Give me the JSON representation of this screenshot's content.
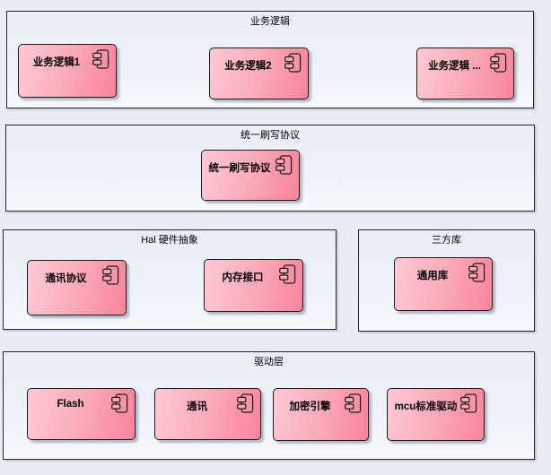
{
  "diagram": {
    "type": "uml-component-diagram",
    "colors": {
      "page_background": "#e8ecf5",
      "frame_fill_top": "#e9edf6",
      "frame_fill_bottom": "#f6f8fc",
      "component_fill_light": "#fdc9d4",
      "component_fill_dark": "#f9849b",
      "outline": "#1c1c1c"
    },
    "frames": [
      {
        "title": "业务逻辑",
        "components": [
          {
            "label": "业务逻辑1"
          },
          {
            "label": "业务逻辑2"
          },
          {
            "label": "业务逻辑 ..."
          }
        ]
      },
      {
        "title": "统一刷写协议",
        "components": [
          {
            "label": "统一刷写协议"
          }
        ]
      },
      {
        "title": "Hal 硬件抽象",
        "components": [
          {
            "label": "通讯协议"
          },
          {
            "label": "内存接口"
          }
        ]
      },
      {
        "title": "三方库",
        "components": [
          {
            "label": "通用库"
          }
        ]
      },
      {
        "title": "驱动层",
        "components": [
          {
            "label": "Flash"
          },
          {
            "label": "通讯"
          },
          {
            "label": "加密引擎"
          },
          {
            "label": "mcu标准驱动"
          }
        ]
      }
    ]
  }
}
